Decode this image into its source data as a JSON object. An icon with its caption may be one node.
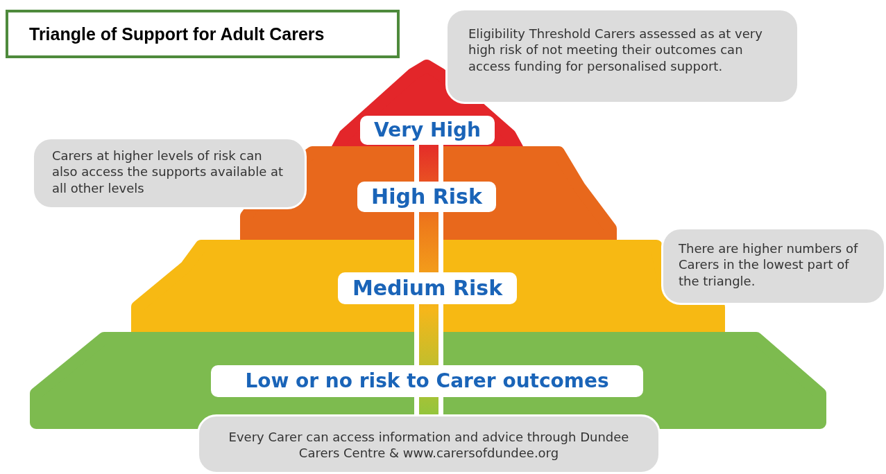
{
  "diagram": {
    "title": "Triangle of Support for Adult Carers",
    "nodes": [
      {
        "text": [
          "Very High"
        ]
      },
      {
        "text": [
          "High Risk"
        ]
      },
      {
        "text": [
          "Medium Risk"
        ]
      },
      {
        "text": [
          "Low or no risk to Carer outcomes"
        ]
      },
      {
        "text": [
          "Eligibility Threshold Carers assessed as at very high risk of not meeting their outcomes can access funding for personalised support."
        ]
      },
      {
        "text": [
          "Carers at higher levels of risk can also access the supports available at all other levels"
        ]
      },
      {
        "text": [
          "There are higher numbers of Carers in the lowest part of the triangle."
        ]
      },
      {
        "text": [
          "Every Carer can access information and advice through Dundee Carers Centre & www.carersofdundee.org"
        ]
      }
    ],
    "edges": []
  }
}
